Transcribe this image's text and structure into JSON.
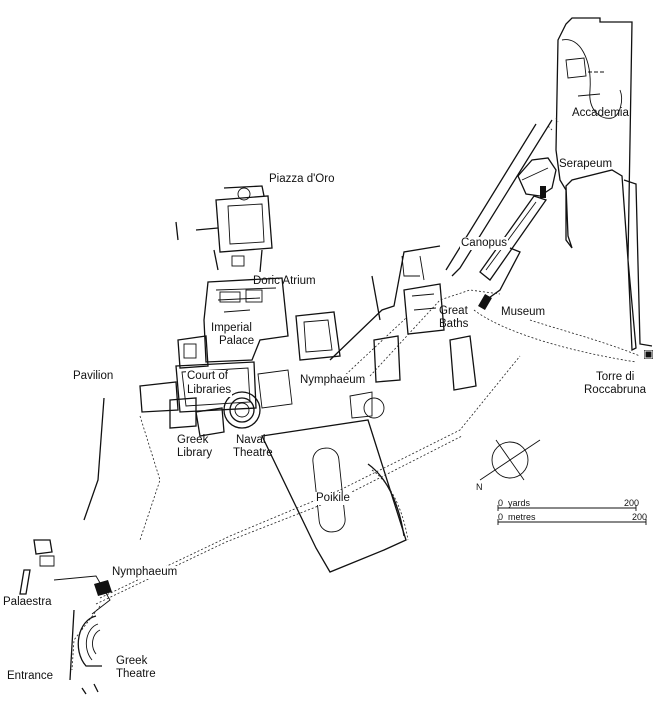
{
  "labels": {
    "accademia": "Accademia",
    "serapeum": "Serapeum",
    "piazza": "Piazza d'Oro",
    "canopus": "Canopus",
    "doric": "Doric Atrium",
    "museum": "Museum",
    "great1": "Great",
    "great2": "Baths",
    "imperial1": "Imperial",
    "imperial2": "Palace",
    "court1": "Court of",
    "court2": "Libraries",
    "nymph1": "Nymphaeum",
    "pavilion": "Pavilion",
    "torre1": "Torre di",
    "torre2": "Roccabruna",
    "greeklib1": "Greek",
    "greeklib2": "Library",
    "naval1": "Naval",
    "naval2": "Theatre",
    "poikile": "Poikile",
    "nymph2": "Nymphaeum",
    "palaestra": "Palaestra",
    "entrance": "Entrance",
    "greekth1": "Greek",
    "greekth2": "Theatre"
  },
  "scale": {
    "yards_start": "0",
    "yards_unit": "yards",
    "yards_end": "200",
    "metres_start": "0",
    "metres_unit": "metres",
    "metres_end": "200"
  },
  "colors": {
    "ink": "#111111",
    "paper": "#ffffff"
  }
}
